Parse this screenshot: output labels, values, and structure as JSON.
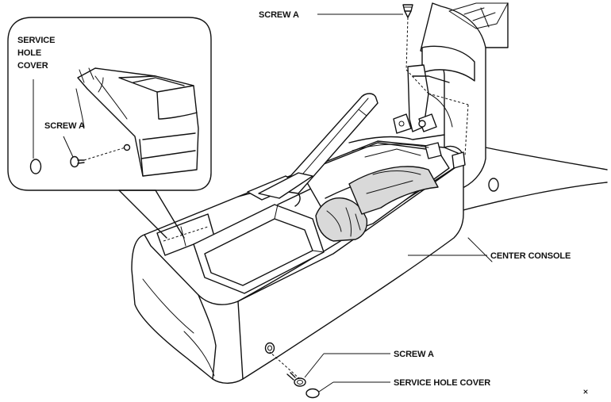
{
  "labels": {
    "screw_a_top": "SCREW A",
    "inset_service_hole_cover": [
      "SERVICE",
      "HOLE",
      "COVER"
    ],
    "inset_screw_a": "SCREW A",
    "center_console": "CENTER CONSOLE",
    "screw_a_bottom": "SCREW A",
    "service_hole_cover_bottom": "SERVICE HOLE COVER"
  },
  "colors": {
    "line": "#111111",
    "paper": "#ffffff",
    "shade": "#d9d9d9"
  }
}
